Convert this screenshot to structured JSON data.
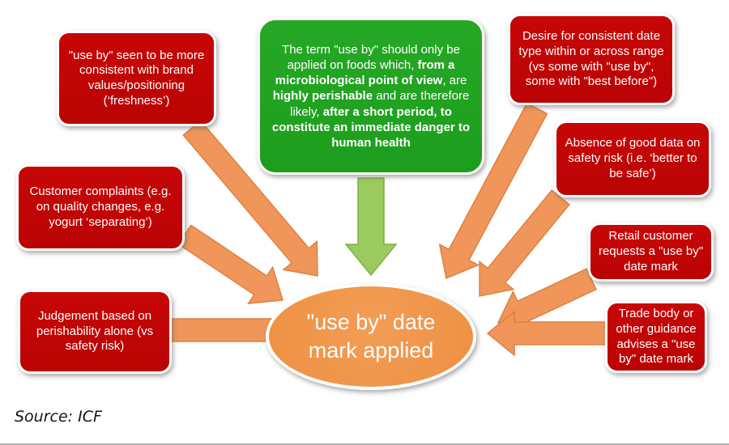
{
  "diagram": {
    "boxes": {
      "brand": {
        "text": "\"use by\" seen to be more consistent with brand values/positioning (‘freshness’)"
      },
      "complaints": {
        "text": "Customer complaints (e.g. on quality changes, e.g. yogurt ‘separating’)"
      },
      "judgement": {
        "text": "Judgement based on perishability alone (vs safety risk)"
      },
      "date_type": {
        "text": "Desire for consistent date type within or across range (vs some with \"use by\", some with \"best before\")"
      },
      "absence": {
        "text": "Absence of good data on safety risk (i.e. ‘better to be safe’)"
      },
      "retail": {
        "text": "Retail customer requests a \"use by\" date mark"
      },
      "trade": {
        "text": "Trade body or other guidance advises a \"use by\" date mark"
      }
    },
    "green_box": {
      "segments": [
        {
          "text": "The term \"use by\" should only be applied on foods which, ",
          "bold": false
        },
        {
          "text": "from a microbiological point of view",
          "bold": true
        },
        {
          "text": ", are ",
          "bold": false
        },
        {
          "text": "highly perishable",
          "bold": true
        },
        {
          "text": " and are therefore likely, ",
          "bold": false
        },
        {
          "text": "after a short period, to constitute an immediate danger to human health",
          "bold": true
        }
      ]
    },
    "center": {
      "label": "\"use by\" date mark applied"
    },
    "source": "Source: ICF",
    "colors": {
      "red": "#c00505",
      "green": "#21a121",
      "center_orange": "#ef9549",
      "arrow_orange": "#f0965b",
      "arrow_orange_edge": "#dd8140",
      "arrow_green": "#9bca5f",
      "arrow_green_edge": "#7fae41"
    }
  }
}
